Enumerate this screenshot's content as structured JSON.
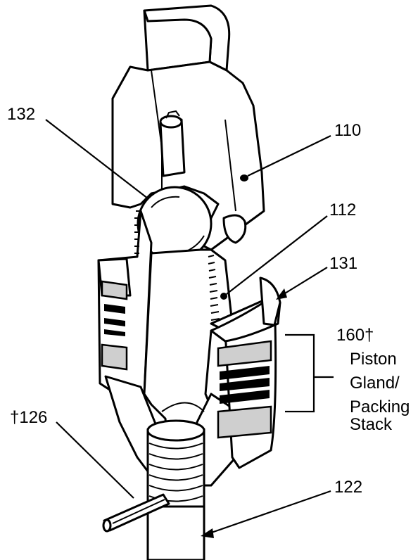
{
  "callouts": {
    "c132": "132",
    "c110": "110",
    "c112": "112",
    "c131": "131",
    "c160": "160†",
    "c160_line1": "Piston",
    "c160_line2": "Gland/",
    "c160_line3": "Packing",
    "c160_line4": "Stack",
    "c126": "†126",
    "c122": "122"
  },
  "colors": {
    "ink": "#000000",
    "paper": "#ffffff",
    "packing_gray": "#cfcfcf"
  }
}
